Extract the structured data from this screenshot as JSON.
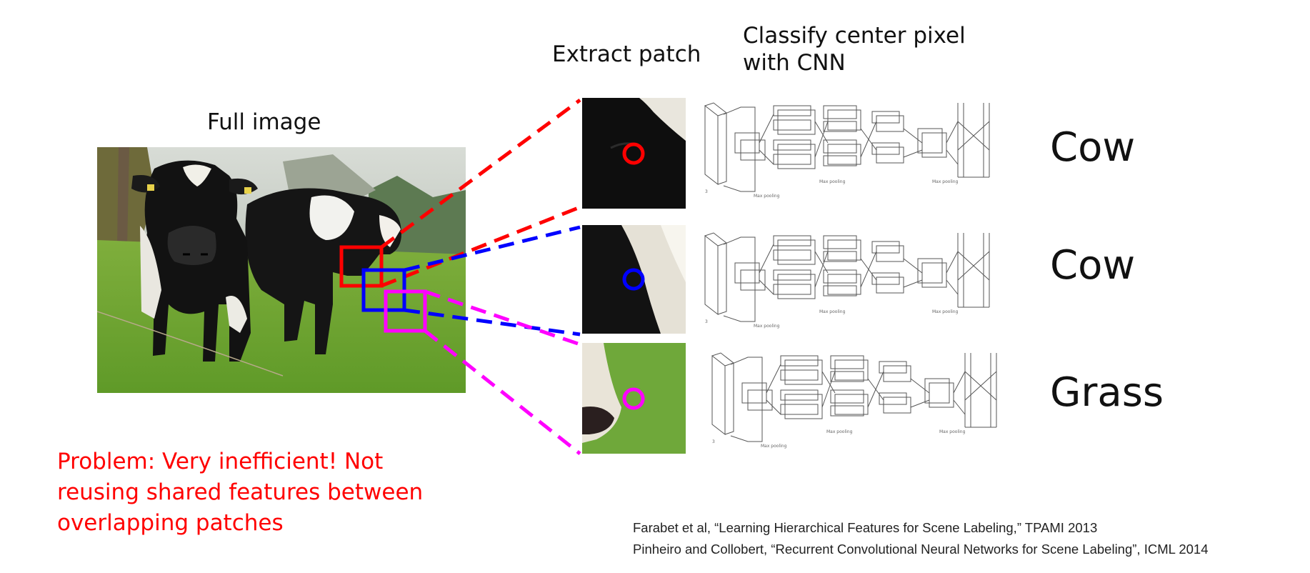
{
  "headers": {
    "full_image": "Full image",
    "extract_patch": "Extract patch",
    "classify_line1": "Classify center pixel",
    "classify_line2": "with CNN"
  },
  "rows": [
    {
      "label": "Cow",
      "patch": "cow-eye-patch",
      "circle_color": "#ff0000"
    },
    {
      "label": "Cow",
      "patch": "cow-cheek-patch",
      "circle_color": "#0000ff"
    },
    {
      "label": "Grass",
      "patch": "grass-patch",
      "circle_color": "#ff00ff"
    }
  ],
  "colors": {
    "red": "#ff0000",
    "blue": "#0000ff",
    "magenta": "#ff00ff",
    "problem_text": "#ff0000"
  },
  "problem": "Problem: Very inefficient! Not reusing shared features between overlapping patches",
  "references": [
    "Farabet et al, “Learning Hierarchical Features for Scene Labeling,” TPAMI 2013",
    "Pinheiro and Collobert, “Recurrent Convolutional Neural Networks for Scene Labeling”, ICML 2014"
  ]
}
